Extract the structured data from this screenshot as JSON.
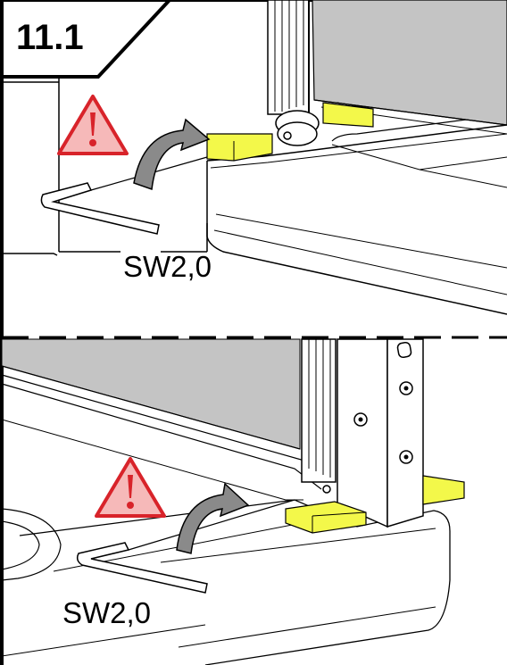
{
  "step": {
    "number": "11.1"
  },
  "panels": [
    {
      "id": "top",
      "tool_label": "SW2,0"
    },
    {
      "id": "bottom",
      "tool_label": "SW2,0"
    }
  ],
  "colors": {
    "spacer": "#f3f84a",
    "warning_fill": "#f6b9b9",
    "warning_stroke": "#d8232a",
    "glass": "#c4c4c4",
    "line": "#000000"
  },
  "icons": [
    "warning-triangle-icon",
    "rotate-arrow-icon",
    "allen-key-icon"
  ]
}
